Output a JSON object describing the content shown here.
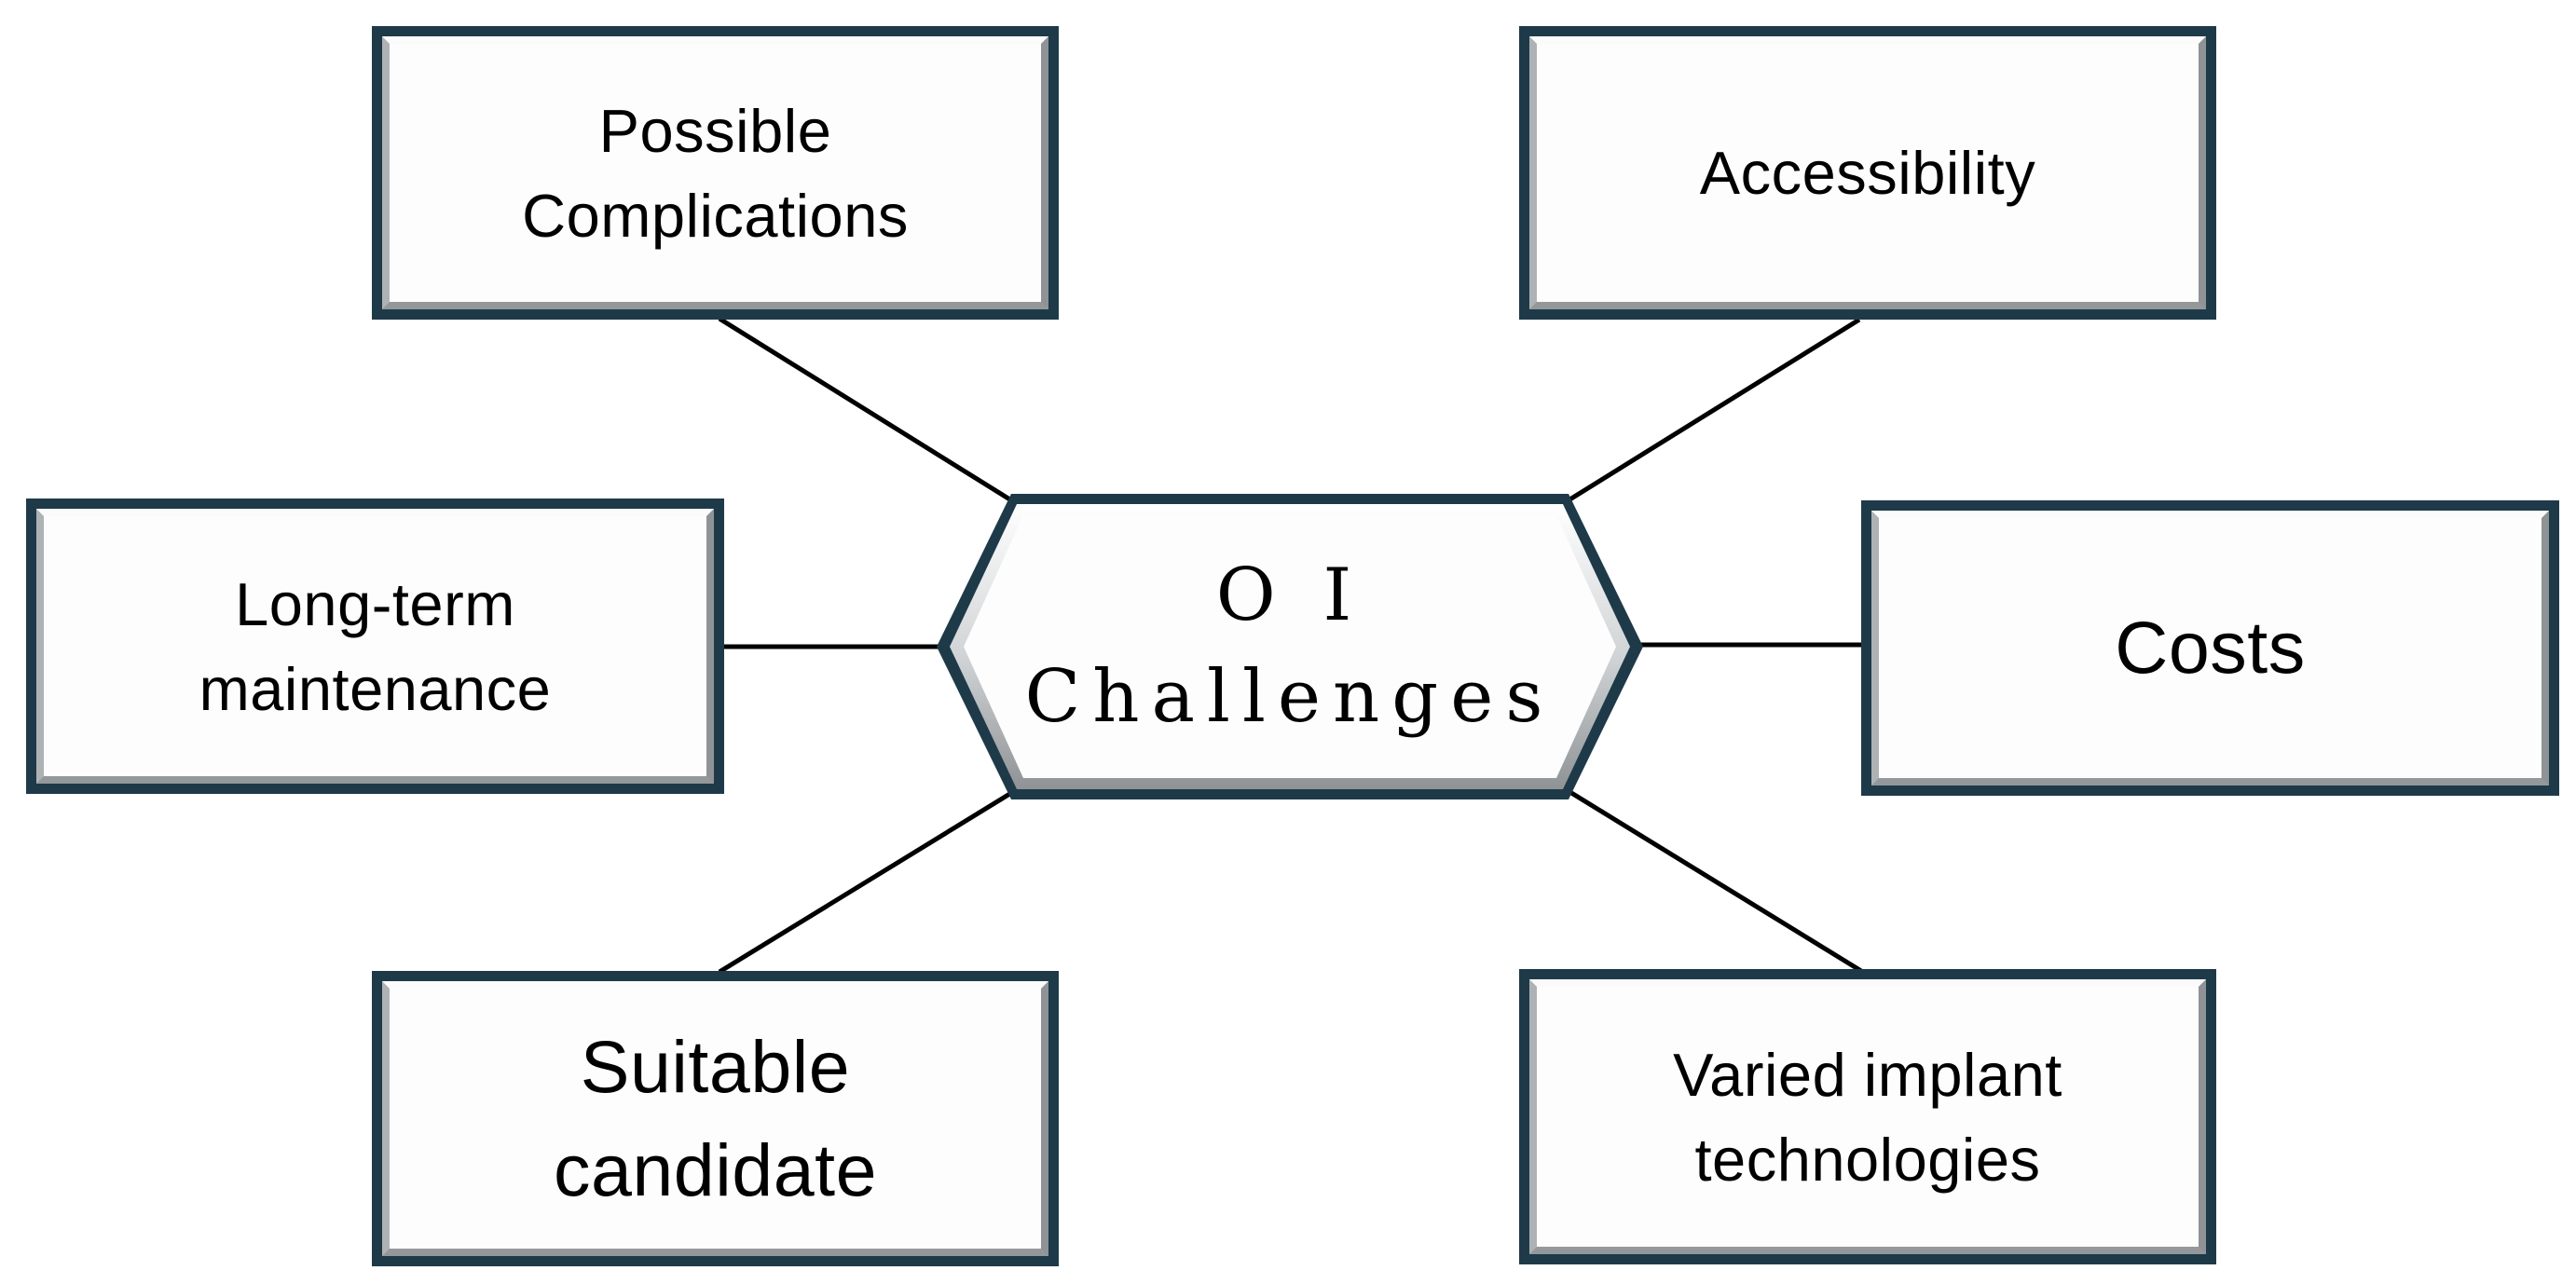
{
  "diagram": {
    "background": "#ffffff",
    "center": {
      "id": "oi-challenges",
      "label": "O I Challenges",
      "lines": [
        "O I",
        "Challenges"
      ],
      "shape": "hexagon"
    },
    "nodes": [
      {
        "id": "possible-complications",
        "label": "Possible Complications",
        "lines": [
          "Possible",
          "Complications"
        ],
        "position": "top-left"
      },
      {
        "id": "accessibility",
        "label": "Accessibility",
        "lines": [
          "Accessibility"
        ],
        "position": "top-right"
      },
      {
        "id": "long-term-maintenance",
        "label": "Long-term maintenance",
        "lines": [
          "Long-term",
          "maintenance"
        ],
        "position": "middle-left"
      },
      {
        "id": "costs",
        "label": "Costs",
        "lines": [
          "Costs"
        ],
        "position": "middle-right"
      },
      {
        "id": "suitable-candidate",
        "label": "Suitable candidate",
        "lines": [
          "Suitable",
          "candidate"
        ],
        "position": "bottom-left"
      },
      {
        "id": "varied-implant-technologies",
        "label": "Varied implant technologies",
        "lines": [
          "Varied implant",
          "technologies"
        ],
        "position": "bottom-right"
      }
    ],
    "connections": [
      {
        "from": "oi-challenges",
        "to": "possible-complications"
      },
      {
        "from": "oi-challenges",
        "to": "accessibility"
      },
      {
        "from": "oi-challenges",
        "to": "long-term-maintenance"
      },
      {
        "from": "oi-challenges",
        "to": "costs"
      },
      {
        "from": "oi-challenges",
        "to": "suitable-candidate"
      },
      {
        "from": "oi-challenges",
        "to": "varied-implant-technologies"
      }
    ],
    "colors": {
      "frame": "#1e3a49",
      "bevel_light": "#fbfbfb",
      "bevel_shadow": "#8f9396",
      "node_fill": "#fdfdfd",
      "connector": "#000000",
      "text": "#000000"
    }
  }
}
